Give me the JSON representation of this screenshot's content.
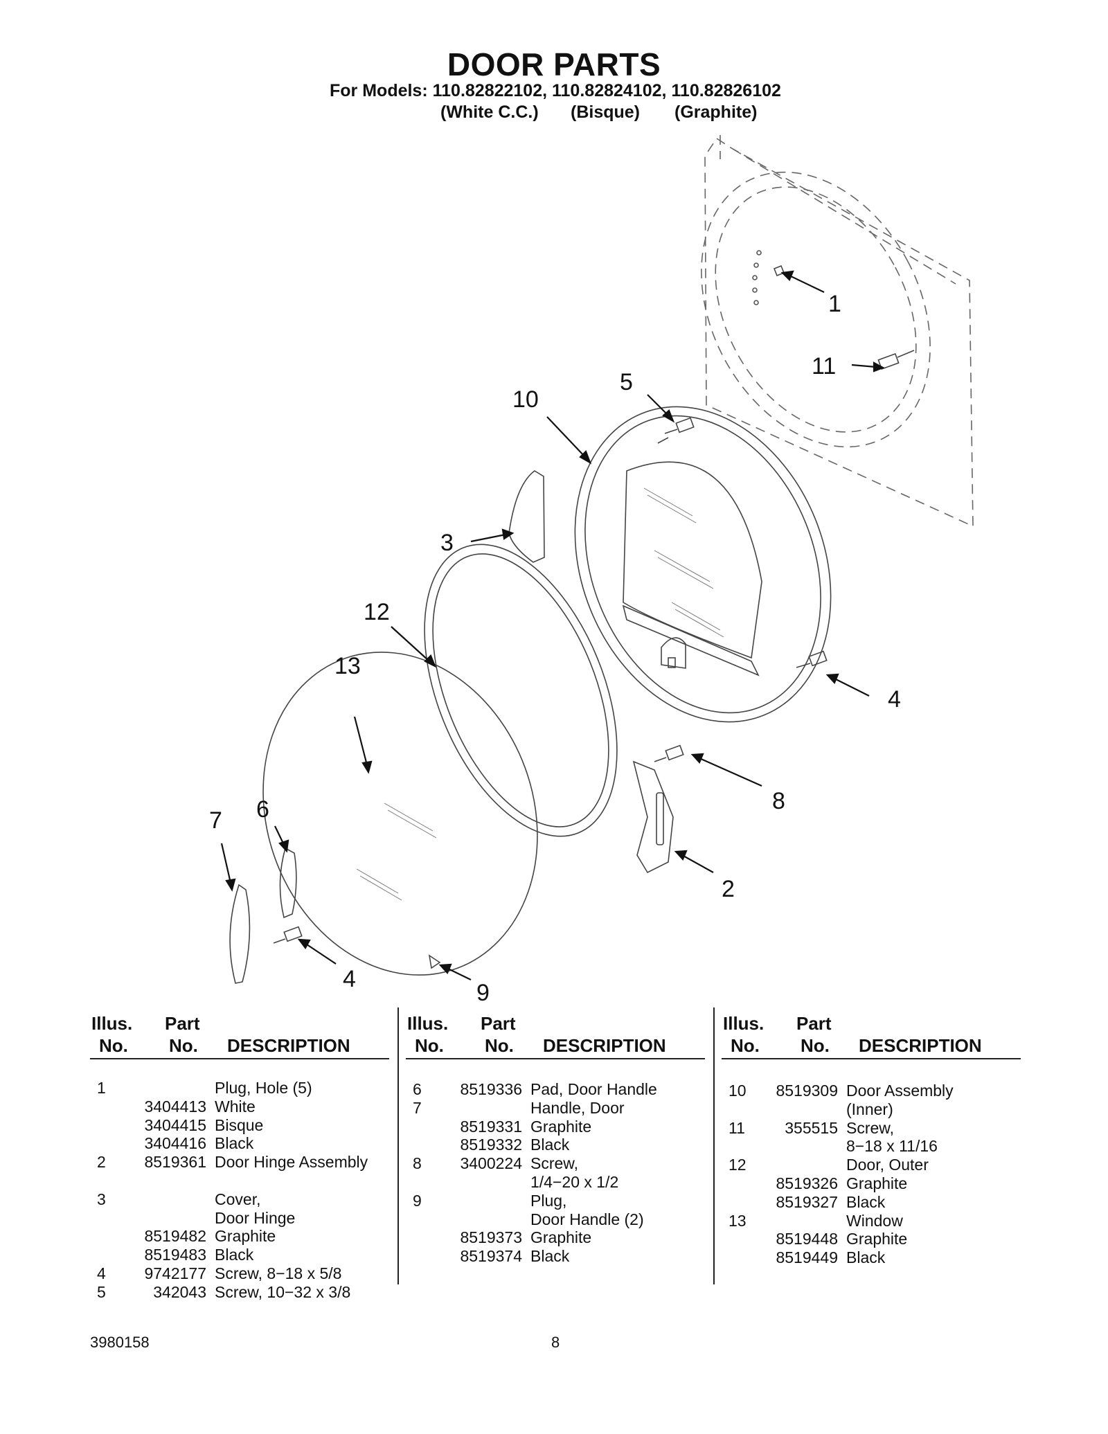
{
  "header": {
    "title": "DOOR PARTS",
    "models": "For Models: 110.82822102, 110.82824102, 110.82826102",
    "colors": [
      "(White C.C.)",
      "(Bisque)",
      "(Graphite)"
    ]
  },
  "diagram": {
    "callouts": [
      "1",
      "11",
      "5",
      "10",
      "3",
      "12",
      "13",
      "4",
      "8",
      "7",
      "6",
      "2",
      "4",
      "9"
    ]
  },
  "table_headers": {
    "illus_line1": "Illus.",
    "illus_line2": "No.",
    "part_line1": "Part",
    "part_line2": "No.",
    "description": "DESCRIPTION"
  },
  "columns": [
    [
      {
        "illus": "1",
        "part": "",
        "desc": "Plug, Hole (5)"
      },
      {
        "illus": "",
        "part": "3404413",
        "desc": "White"
      },
      {
        "illus": "",
        "part": "3404415",
        "desc": "Bisque"
      },
      {
        "illus": "",
        "part": "3404416",
        "desc": "Black"
      },
      {
        "illus": "2",
        "part": "8519361",
        "desc": "Door Hinge Assembly"
      },
      {
        "illus": "",
        "part": "",
        "desc": ""
      },
      {
        "illus": "3",
        "part": "",
        "desc": "Cover,"
      },
      {
        "illus": "",
        "part": "",
        "desc": "Door Hinge"
      },
      {
        "illus": "",
        "part": "8519482",
        "desc": "Graphite"
      },
      {
        "illus": "",
        "part": "8519483",
        "desc": "Black"
      },
      {
        "illus": "4",
        "part": "9742177",
        "desc": "Screw, 8−18 x 5/8"
      },
      {
        "illus": "5",
        "part": "342043",
        "desc": "Screw, 10−32 x 3/8"
      }
    ],
    [
      {
        "illus": "6",
        "part": "8519336",
        "desc": "Pad, Door Handle"
      },
      {
        "illus": "7",
        "part": "",
        "desc": "Handle, Door"
      },
      {
        "illus": "",
        "part": "8519331",
        "desc": "Graphite"
      },
      {
        "illus": "",
        "part": "8519332",
        "desc": "Black"
      },
      {
        "illus": "8",
        "part": "3400224",
        "desc": "Screw,"
      },
      {
        "illus": "",
        "part": "",
        "desc": "1/4−20 x 1/2"
      },
      {
        "illus": "9",
        "part": "",
        "desc": "Plug,"
      },
      {
        "illus": "",
        "part": "",
        "desc": "Door Handle (2)"
      },
      {
        "illus": "",
        "part": "8519373",
        "desc": "Graphite"
      },
      {
        "illus": "",
        "part": "8519374",
        "desc": "Black"
      }
    ],
    [
      {
        "illus": "10",
        "part": "8519309",
        "desc": "Door Assembly"
      },
      {
        "illus": "",
        "part": "",
        "desc": "(Inner)"
      },
      {
        "illus": "11",
        "part": "355515",
        "desc": "Screw,"
      },
      {
        "illus": "",
        "part": "",
        "desc": "8−18 x 11/16"
      },
      {
        "illus": "12",
        "part": "",
        "desc": "Door, Outer"
      },
      {
        "illus": "",
        "part": "8519326",
        "desc": "Graphite"
      },
      {
        "illus": "",
        "part": "8519327",
        "desc": "Black"
      },
      {
        "illus": "13",
        "part": "",
        "desc": "Window"
      },
      {
        "illus": "",
        "part": "8519448",
        "desc": "Graphite"
      },
      {
        "illus": "",
        "part": "8519449",
        "desc": "Black"
      }
    ]
  ],
  "footer": {
    "doc_number": "3980158",
    "page_number": "8"
  }
}
